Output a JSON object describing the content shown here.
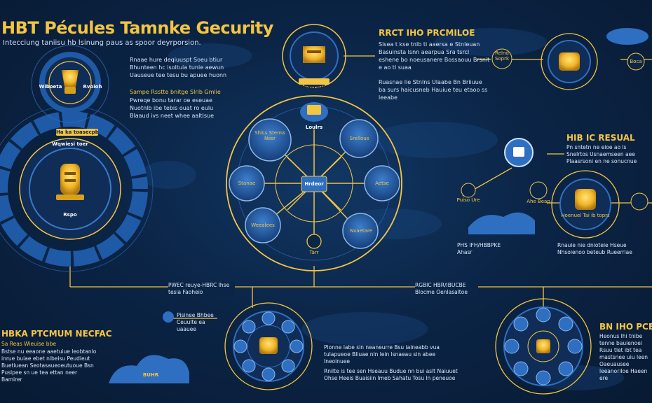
{
  "header": {
    "title": "HBT Pécules Tamnke Gecurity",
    "subtitle": "Intecciung taniisu hb lsinung paus as spoor deyrporsion."
  },
  "left_hub": {
    "top_icon_label_left": "Wiboeta",
    "top_icon_label_right": "Rvoioh",
    "ring_label": "Wqwiesi toer",
    "center_label": "Ha ka toasecpb",
    "bottom_label": "Rspo"
  },
  "left_text": {
    "block1": "Rnaae hure deqiuuspt Soeu btiur Bhunteen hc isoltuia tunie aewun Uauseue tee tesu bu apuee huonn",
    "block2_head": "Sampe Rsstte bnitge Slrib Gmlie",
    "block2": "Pwreqe bonu tarar oe eseuae Nuotnlb ibe tebis ouat ro eulu Blaaud ivs neet whee aaltisue"
  },
  "center_hub": {
    "top_label": "Reaersuer",
    "node_top_left": "ShiLs Stenss Nesr",
    "node_top_right": "Srellous",
    "node_left": "Stanae",
    "node_right": "Aetse",
    "node_bottom_left": "Weealees",
    "node_bottom_right": "Nvaetare",
    "center": "Hrdeor",
    "top_badge": "Loulrs",
    "bottom_badge": "Tarr"
  },
  "top_center": {
    "heading": "RRCT IHO PRCMILOE",
    "block1": "Sisea t kse tnlb ti aaersa e Stnleuan Basuinsta lsnn aearpua Sra tsrcl eshene bo noeusanere Bossaouu Brsnit e ao tl suaa",
    "block2": "Ruasnae lie Stnlns Ulaabe Bn Briiuue ba surs haicusneb Hauiue teu etaoo ss leeabe"
  },
  "right_top": {
    "badge_left": "Relnd Soprk",
    "badge_right": "Boca"
  },
  "right_mid": {
    "heading": "HIB IC RESUAL",
    "text": "Pn sntetn ne eioe ao ls Snelrtos Usnaemseen aee Plaasrsoni en ne sonucnue",
    "badge_left": "Puiso Ure",
    "badge_right": "Ahe Beap",
    "hub_label": "Hoenuel Tai ib toprs",
    "bottom_left": "PHS IFH/HBBPKE",
    "bottom_left_sub": "Ahasr",
    "bottom_text": "Rnauie nie dnioteie Hseue Nhsoienoo beteub Rueerriae"
  },
  "mid_links": {
    "left": "PWEC reuye-HBRC Ihse tesia Faoheio",
    "right": "RGBIC HBR/IBUCBE Blocme Oenlasaltoe"
  },
  "bottom_left": {
    "heading": "HBKA PTCMUM NECFAC",
    "meta": "Sa Reas Wieuise bbe",
    "text": "Bstse nu eeaone aaetuiue leobtanlo inrue buiae ebet nibeisu Peudieut Buetiuean Seotasaueoeutuoue Bsn Puslpee sn ue tea ettan neer Bamirer",
    "cloud": "BUHR"
  },
  "bottom_center": {
    "label": "Pisinee Bhbee Ceuulte ea uaauee",
    "text1": "Plonne Iabe sin neaneurre Bsu iaineabb vua tulapueoe Bliuae nln lein lsnaeau sin abee Ineoinuee",
    "text2": "Rnilte is tee sen Hseauu Budue nn bui aslt Naiuuet Ohse Heeis Buaisiin lmeb Sahatu Tosu ln peneuoe"
  },
  "bottom_right": {
    "heading": "BN IHO PCEAC",
    "text": "Heonus Ihi tnibe tenne bauienoei Rsuu tlet ibt tea mastsnee uiu leen Oaeuausee leeanoriloe Haeen ere"
  },
  "colors": {
    "accent": "#f4c542",
    "blue": "#2f6fc2",
    "dark": "#0b2547"
  }
}
